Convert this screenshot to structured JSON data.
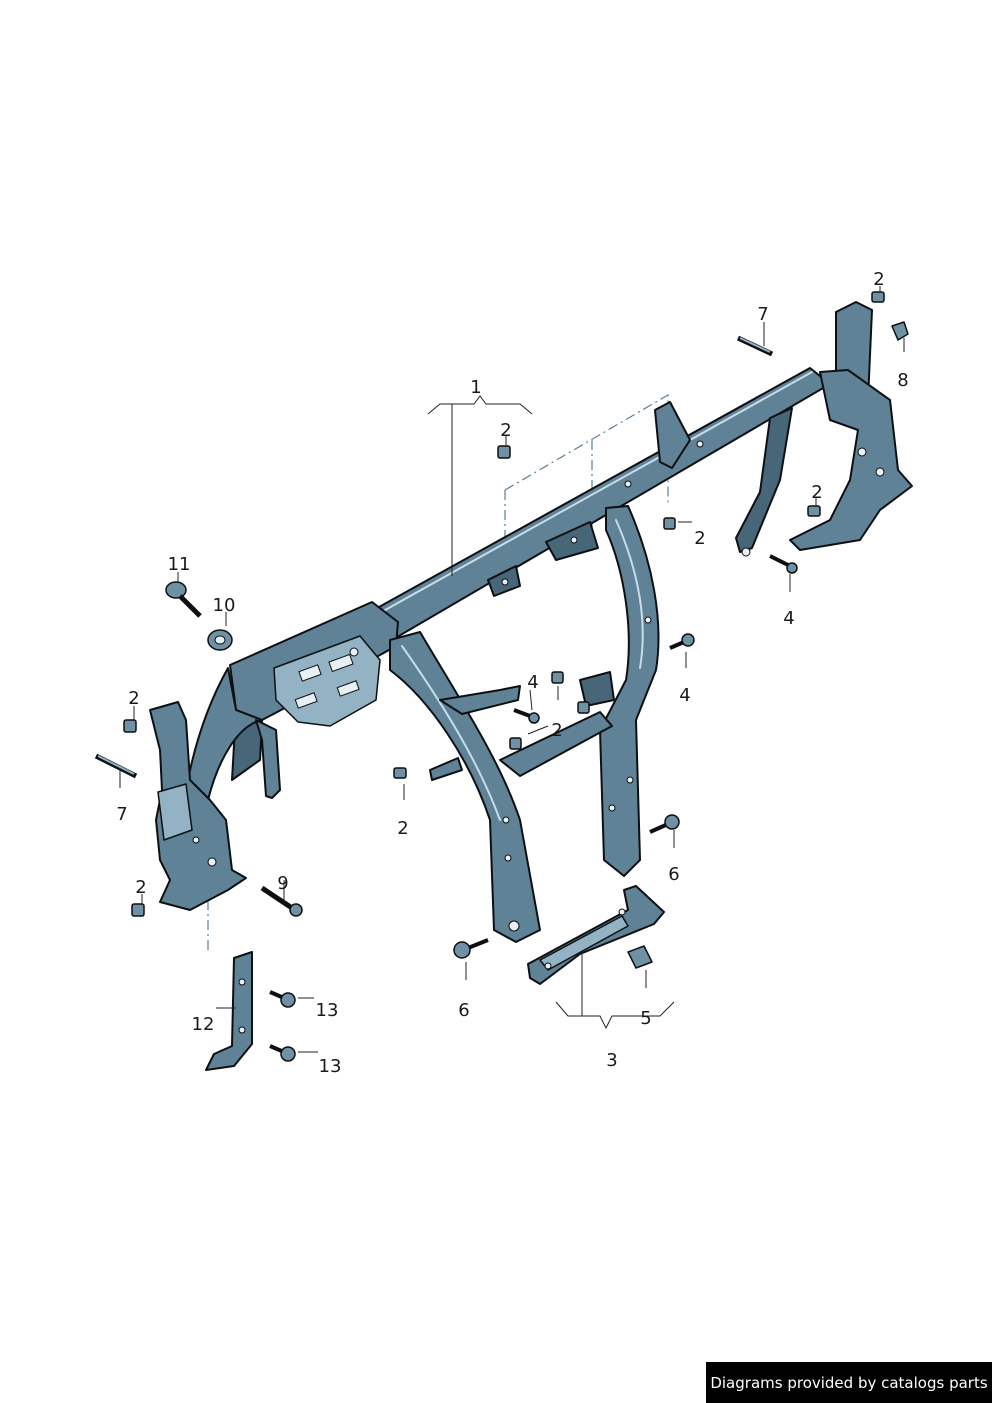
{
  "callouts": {
    "c1": "1",
    "c2": "2",
    "c3": "3",
    "c4": "4",
    "c5": "5",
    "c6": "6",
    "c7": "7",
    "c8": "8",
    "c9": "9",
    "c10": "10",
    "c11": "11",
    "c12": "12",
    "c13": "13"
  },
  "footer": {
    "credit": "Diagrams provided by catalogs parts"
  },
  "colors": {
    "part_fill": "#5f8296",
    "part_outline": "#0d0f12",
    "background": "#ffffff",
    "credit_bg": "#000000",
    "credit_text": "#ffffff"
  }
}
